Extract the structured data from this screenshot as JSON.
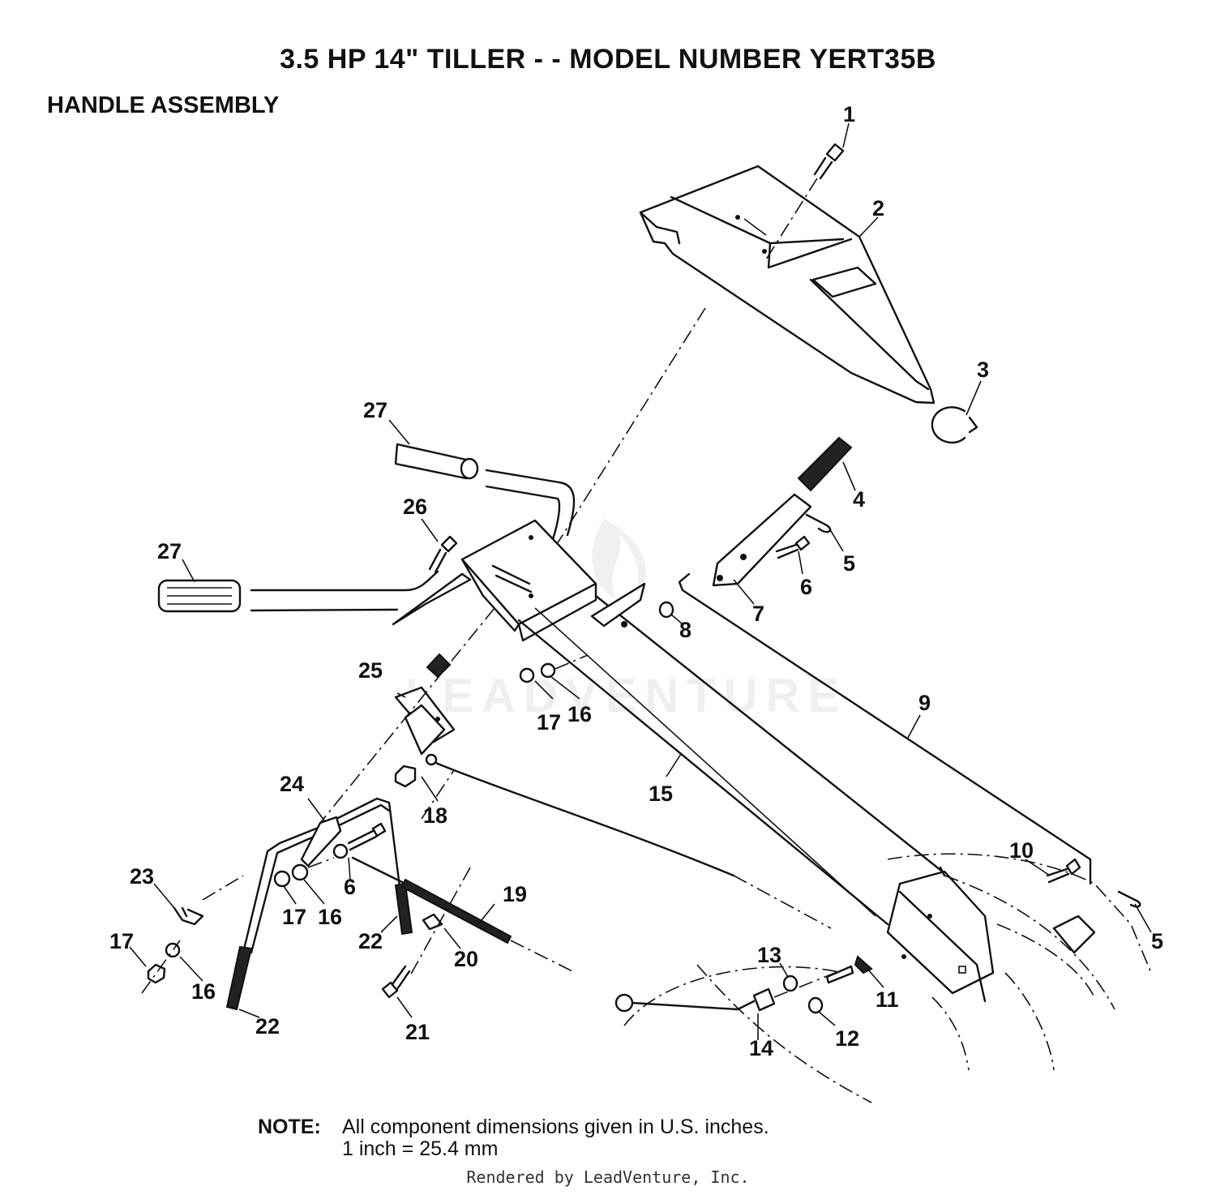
{
  "title": "3.5 HP  14\" TILLER - - MODEL NUMBER YERT35B",
  "subtitle": "HANDLE ASSEMBLY",
  "watermark": "LEADVENTURE",
  "callouts": [
    "1",
    "2",
    "3",
    "4",
    "5",
    "5",
    "6",
    "6",
    "7",
    "8",
    "9",
    "10",
    "11",
    "12",
    "13",
    "14",
    "15",
    "16",
    "16",
    "16",
    "17",
    "17",
    "17",
    "18",
    "19",
    "20",
    "21",
    "22",
    "22",
    "23",
    "24",
    "25",
    "26",
    "27",
    "27"
  ],
  "note": {
    "label": "NOTE:",
    "line1": "All component dimensions given in U.S. inches.",
    "line2": "1 inch = 25.4 mm"
  },
  "footer": "Rendered by LeadVenture, Inc."
}
